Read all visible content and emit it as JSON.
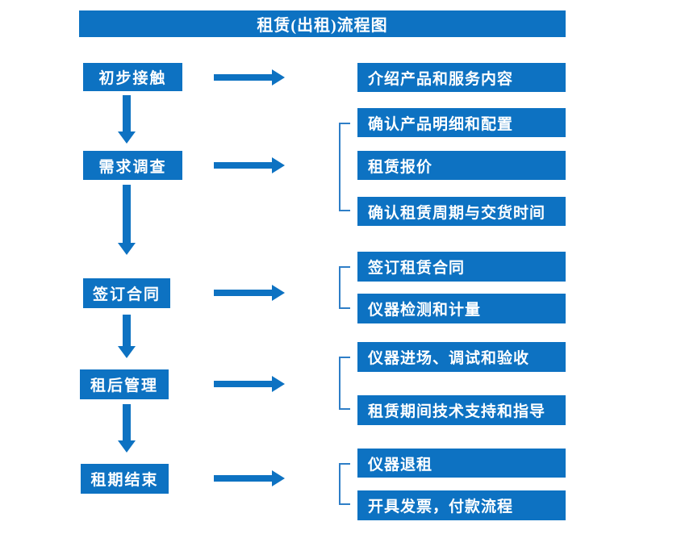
{
  "title": "租赁(出租)流程图",
  "colors": {
    "primary": "#0d72c2",
    "bracket": "#2e7ec7",
    "background": "#ffffff",
    "boxtext": "#ffffff"
  },
  "stages": [
    {
      "label": "初步接触",
      "outputs": [
        "介绍产品和服务内容"
      ]
    },
    {
      "label": "需求调查",
      "outputs": [
        "确认产品明细和配置",
        "租赁报价",
        "确认租赁周期与交货时间"
      ]
    },
    {
      "label": "签订合同",
      "outputs": [
        "签订租赁合同",
        "仪器检测和计量"
      ]
    },
    {
      "label": "租后管理",
      "outputs": [
        "仪器进场、调试和验收",
        "租赁期间技术支持和指导"
      ]
    },
    {
      "label": "租期结束",
      "outputs": [
        "仪器退租",
        "开具发票，付款流程"
      ]
    }
  ]
}
